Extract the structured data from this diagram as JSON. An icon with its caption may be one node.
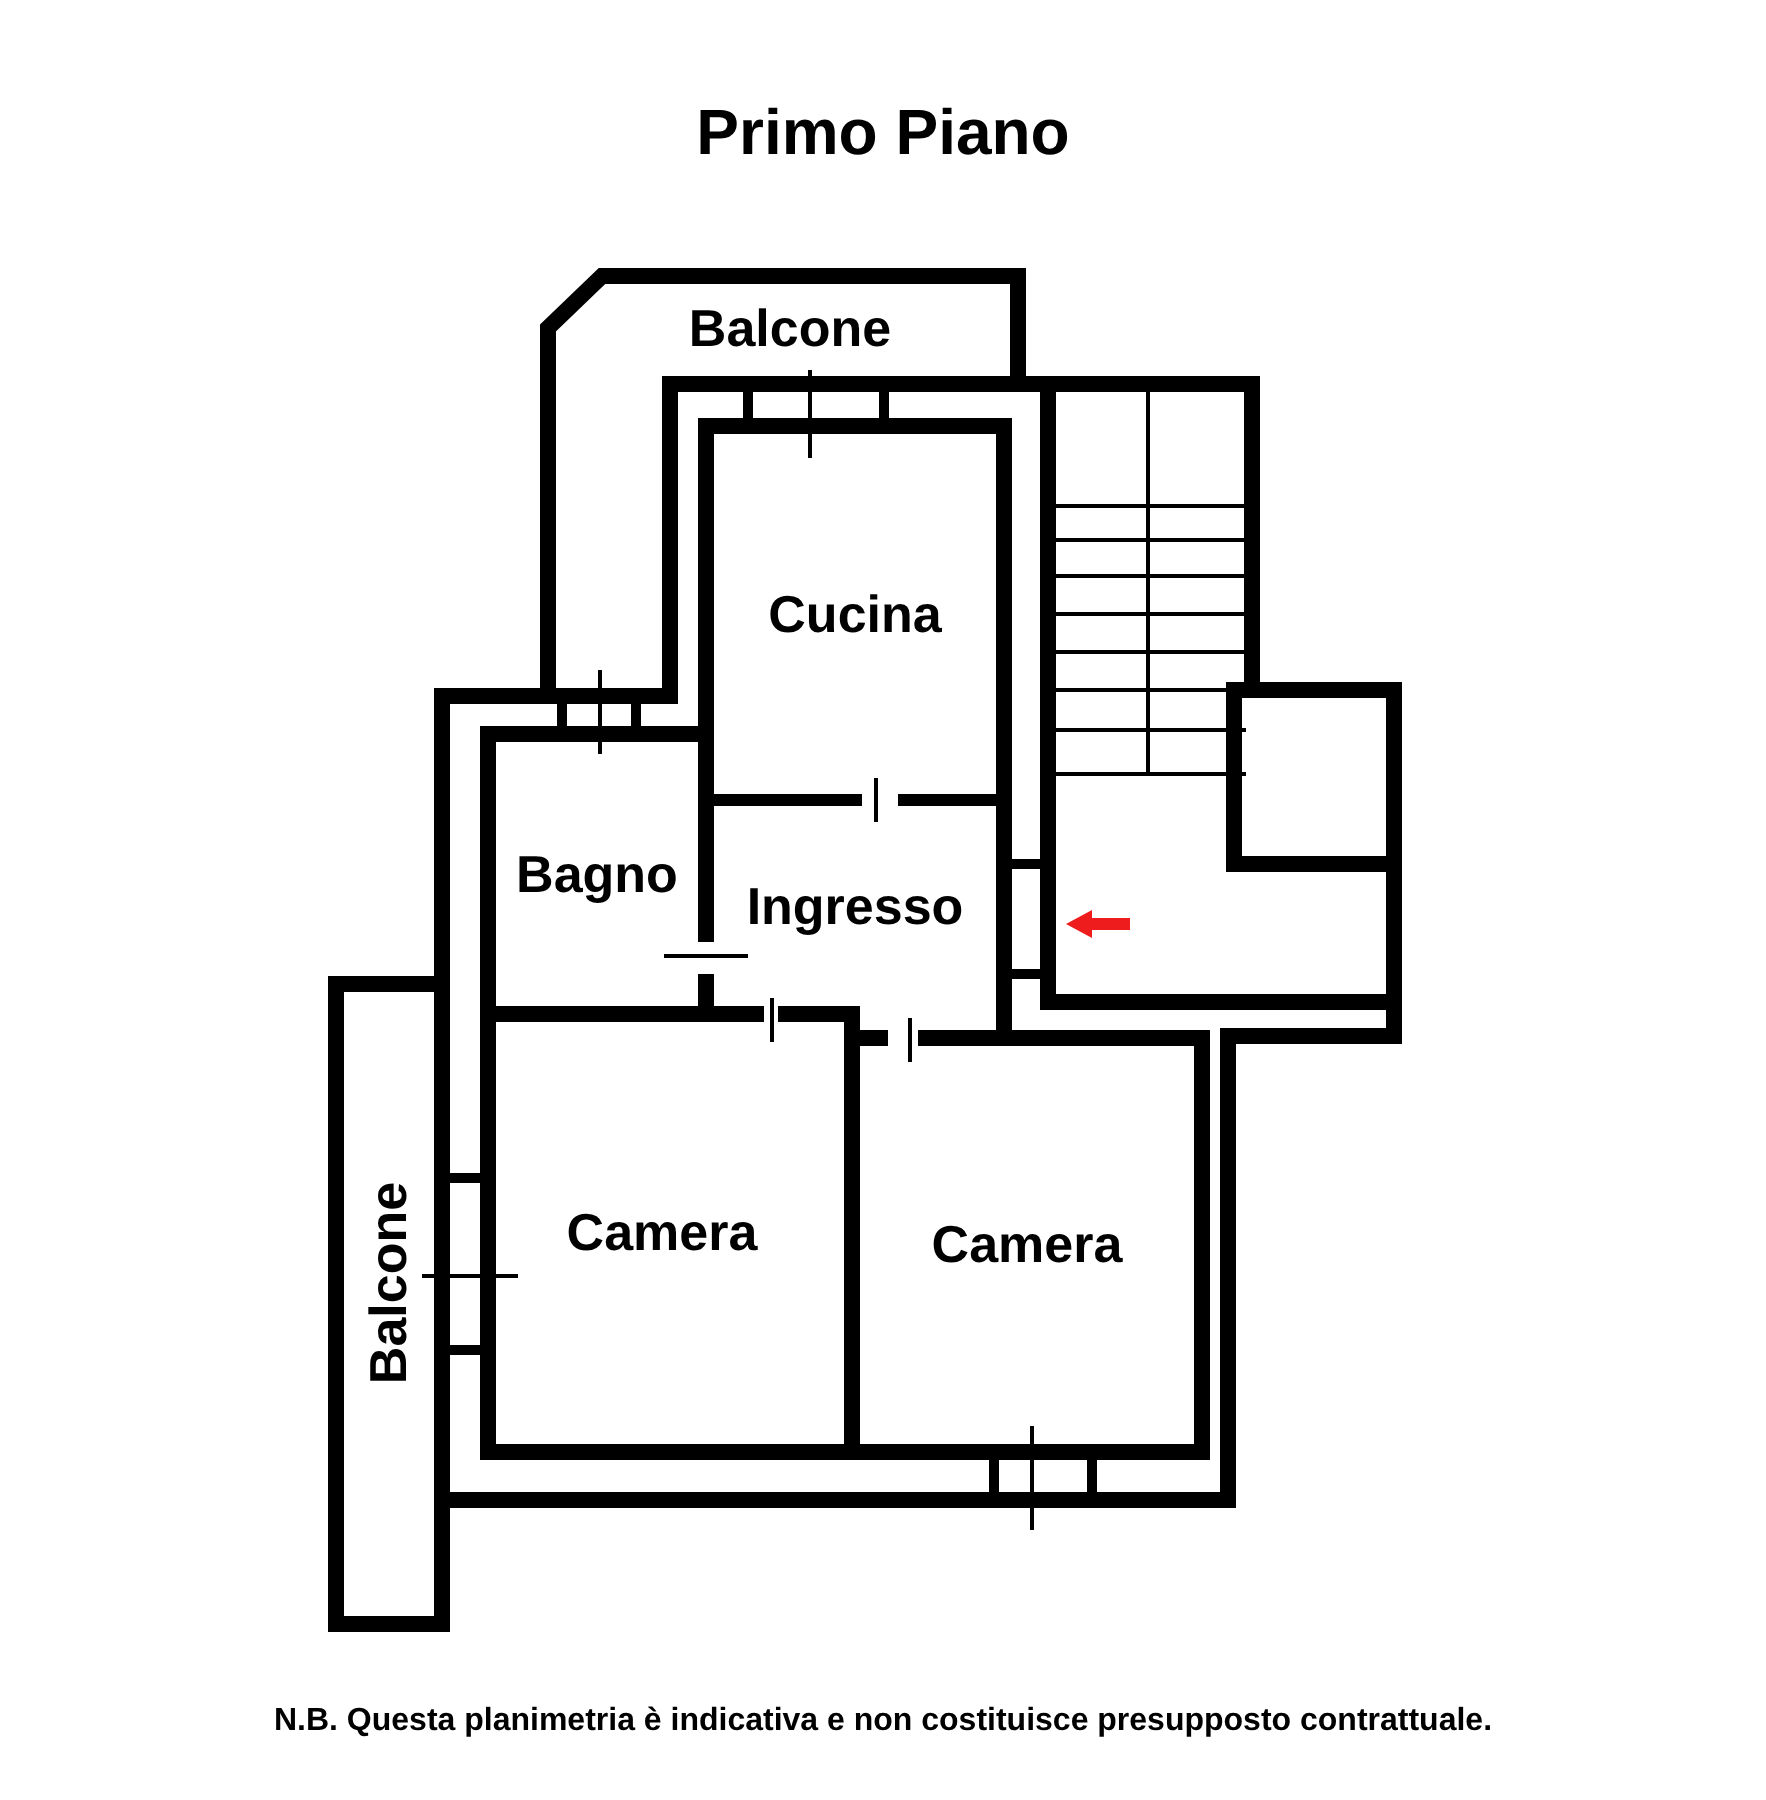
{
  "diagram": {
    "title": "Primo Piano",
    "nodes": [
      {
        "text": [
          "Balcone"
        ]
      },
      {
        "text": [
          "Cucina"
        ]
      },
      {
        "text": [
          "Bagno"
        ]
      },
      {
        "text": [
          "Ingresso"
        ]
      },
      {
        "text": [
          "Balcone"
        ]
      },
      {
        "text": [
          "Camera"
        ]
      },
      {
        "text": [
          "Camera"
        ]
      }
    ],
    "labels": [
      "N.B. Questa planimetria è indicativa e non costituisce presupposto contrattuale."
    ]
  }
}
